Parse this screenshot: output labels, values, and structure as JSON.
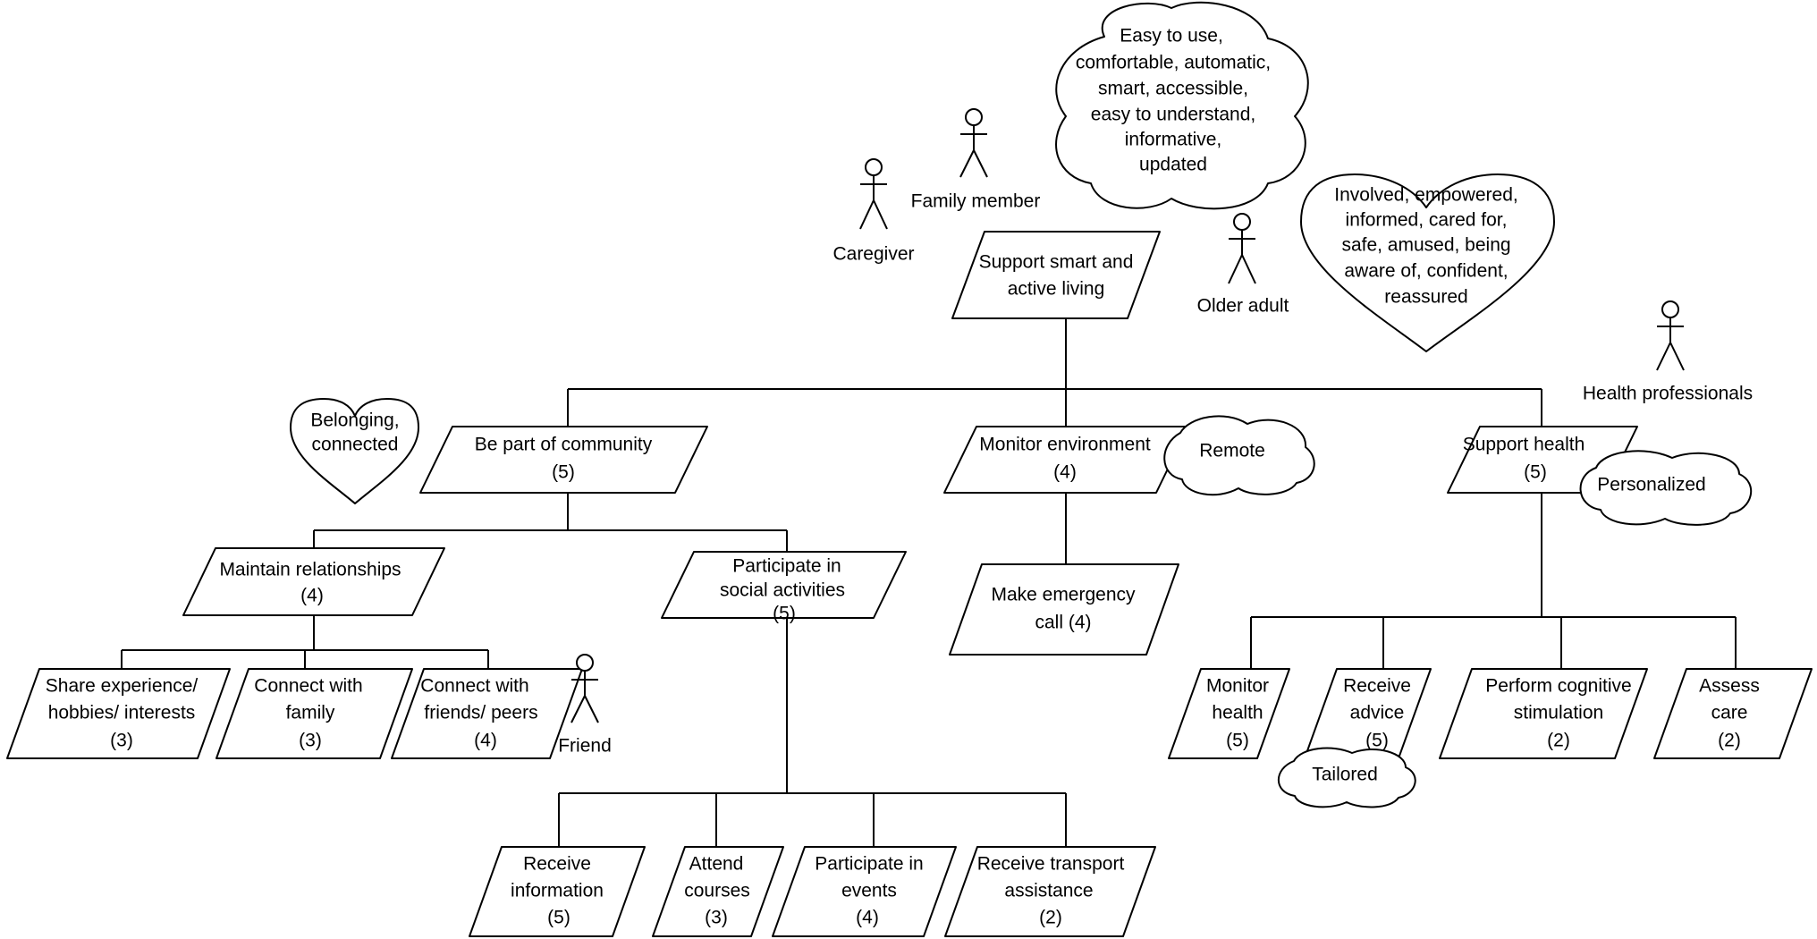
{
  "goal": {
    "root": [
      "Support smart and",
      "active living"
    ]
  },
  "tasks": {
    "community": [
      "Be part of community",
      "(5)"
    ],
    "monitor_env": [
      "Monitor environment",
      "(4)"
    ],
    "health": [
      "Support health",
      "(5)"
    ],
    "relationships": [
      "Maintain relationships",
      "(4)"
    ],
    "social": [
      "Participate in",
      "social activities",
      "(5)"
    ],
    "emergency": [
      "Make emergency",
      "call (4)"
    ],
    "share": [
      "Share experience/",
      "hobbies/ interests",
      "(3)"
    ],
    "family": [
      "Connect with",
      "family",
      "(3)"
    ],
    "friends": [
      "Connect with",
      "friends/ peers",
      "(4)"
    ],
    "info": [
      "Receive",
      "information",
      "(5)"
    ],
    "courses": [
      "Attend",
      "courses",
      "(3)"
    ],
    "events": [
      "Participate in",
      "events",
      "(4)"
    ],
    "transport": [
      "Receive transport",
      "assistance",
      "(2)"
    ],
    "monitor_health": [
      "Monitor",
      "health",
      "(5)"
    ],
    "advice": [
      "Receive",
      "advice",
      "(5)"
    ],
    "cognitive": [
      "Perform cognitive",
      "stimulation",
      "(2)"
    ],
    "assess": [
      "Assess",
      "care",
      "(2)"
    ]
  },
  "clouds": {
    "quality": [
      "Easy to use,",
      "comfortable, automatic,",
      "smart, accessible,",
      "easy to understand,",
      "informative,",
      "updated"
    ],
    "remote": [
      "Remote"
    ],
    "personalized": [
      "Personalized"
    ],
    "tailored": [
      "Tailored"
    ]
  },
  "hearts": {
    "emotions": [
      "Involved, empowered,",
      "informed, cared for,",
      "safe, amused, being",
      "aware of, confident,",
      "reassured"
    ],
    "belonging": [
      "Belonging,",
      "connected"
    ]
  },
  "actors": {
    "caregiver": "Caregiver",
    "family_member": "Family member",
    "older_adult": "Older adult",
    "health_professionals": "Health professionals",
    "friend": "Friend"
  }
}
